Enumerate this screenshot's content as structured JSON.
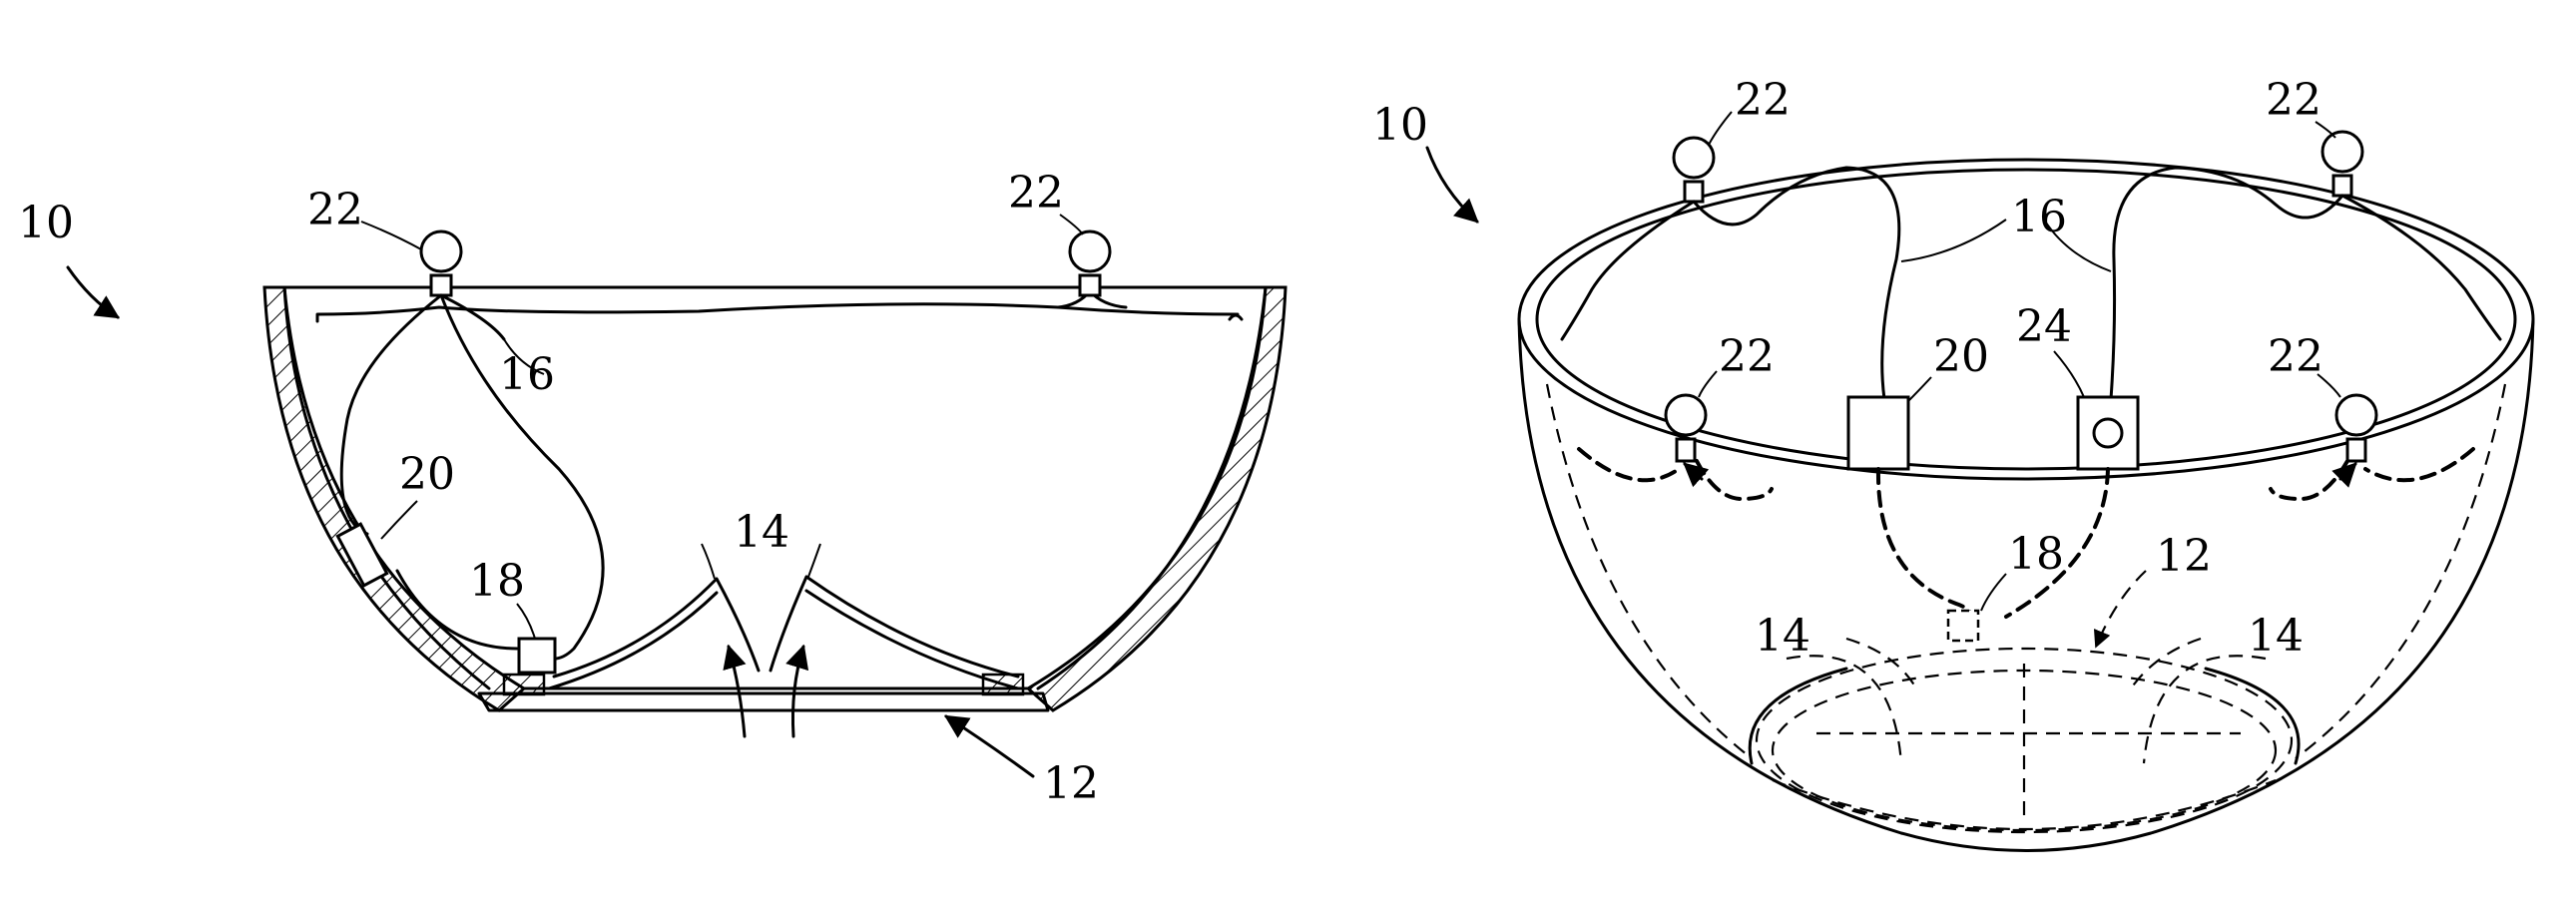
{
  "figures": [
    {
      "view": "cross-section",
      "labels": {
        "bowl": "10",
        "bulb_left": "22",
        "bulb_right": "22",
        "wire": "16",
        "controller": "20",
        "connector": "18",
        "flaps": "14",
        "opening": "12"
      }
    },
    {
      "view": "perspective",
      "labels": {
        "bowl": "10",
        "bulb_top_left": "22",
        "bulb_top_right": "22",
        "wire": "16",
        "bulb_inner_left": "22",
        "controller": "20",
        "switch": "24",
        "bulb_inner_right": "22",
        "connector": "18",
        "opening": "12",
        "flap_left": "14",
        "flap_right": "14"
      }
    }
  ]
}
